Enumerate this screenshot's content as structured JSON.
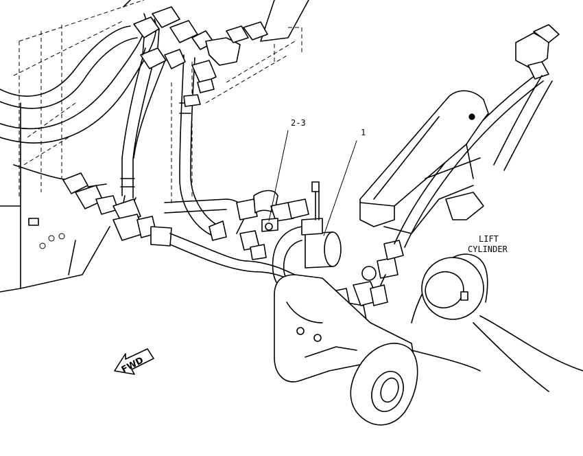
{
  "callouts": {
    "part_1": "1",
    "part_2_3": "2-3"
  },
  "labels": {
    "lift_cylinder_line1": "LIFT",
    "lift_cylinder_line2": "CYLINDER",
    "fwd": "FWD"
  },
  "colors": {
    "ink": "#000000",
    "paper": "#ffffff"
  }
}
